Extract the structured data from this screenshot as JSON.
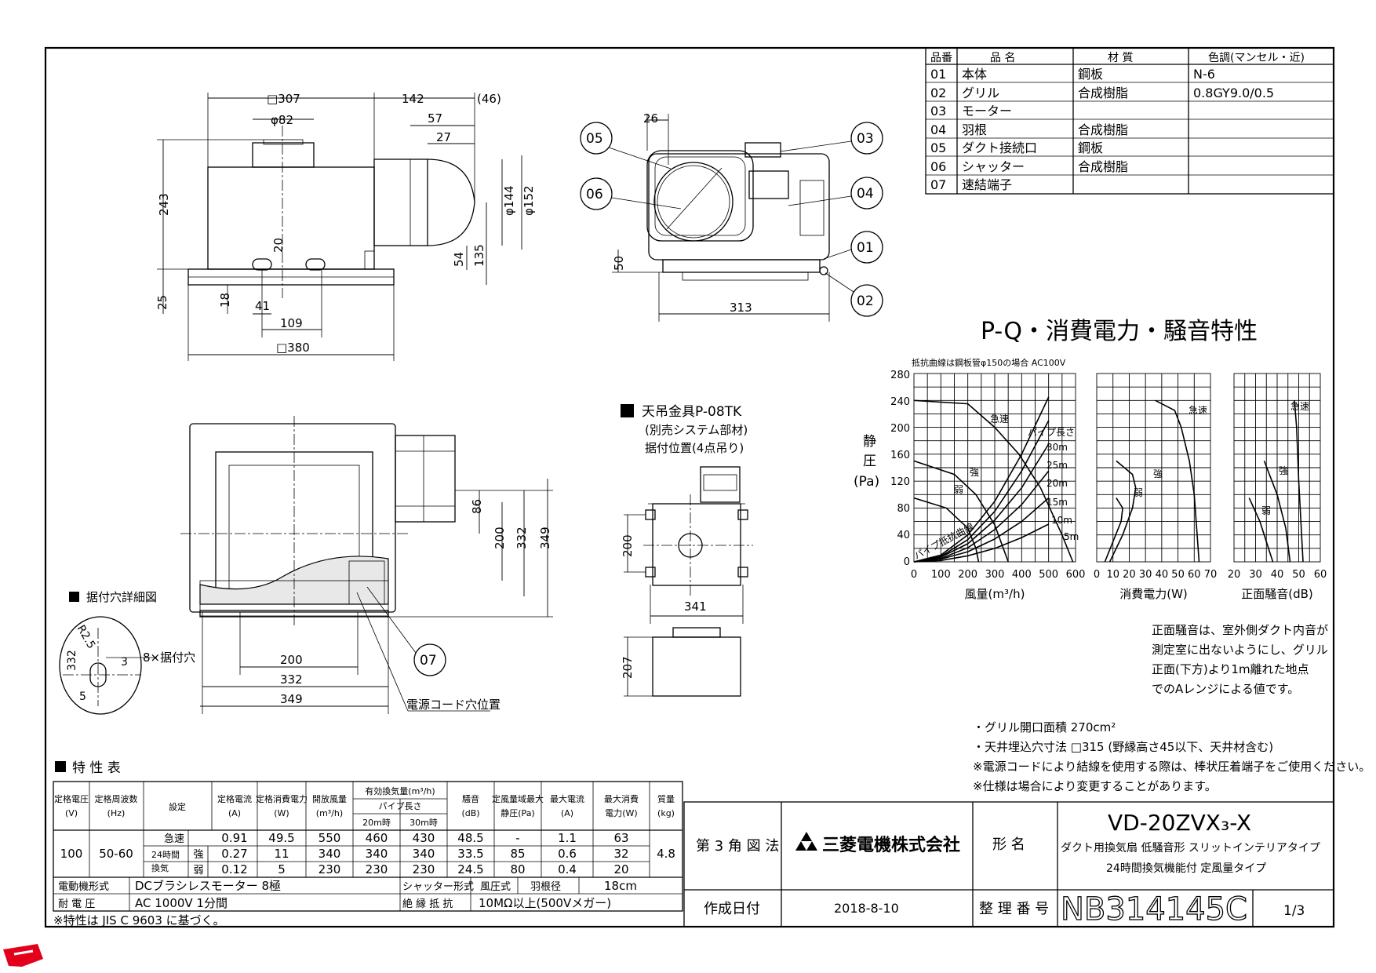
{
  "drawing": {
    "dimensions": {
      "top_width": "□307",
      "top_side": "142",
      "top_side2": "(46)",
      "duct_dia": "φ82",
      "d57": "57",
      "d27": "27",
      "d144": "φ144",
      "d152": "φ152",
      "height": "243",
      "d20": "20",
      "d54": "54",
      "d135": "135",
      "d25": "25",
      "d18": "18",
      "d41": "41",
      "d109": "109",
      "base_width": "□380",
      "side_26": "26",
      "side_50": "50",
      "side_313": "313",
      "bottom_86": "86",
      "bottom_200": "200",
      "bottom_332": "332",
      "bottom_349": "349",
      "bottom_w200": "200",
      "bottom_w332": "332",
      "bottom_w349": "349",
      "hanger_200": "200",
      "hanger_341": "341",
      "hanger_207": "207",
      "hole_332": "332",
      "hole_r": "R2.5",
      "hole_3": "3",
      "hole_5": "5"
    },
    "callouts": [
      "05",
      "06",
      "03",
      "04",
      "01",
      "02",
      "07"
    ],
    "hole_detail_title": "据付穴詳細図",
    "hole_label": "8×据付穴",
    "cord_label": "電源コード穴位置",
    "hanger": {
      "title": "天吊金具P-08TK",
      "line2": "(別売システム部材)",
      "line3": "据付位置(4点吊り)"
    }
  },
  "parts_table": {
    "headers": [
      "品番",
      "品 名",
      "材 質",
      "色調(マンセル・近)"
    ],
    "rows": [
      [
        "01",
        "本体",
        "鋼板",
        "N-6"
      ],
      [
        "02",
        "グリル",
        "合成樹脂",
        "0.8GY9.0/0.5"
      ],
      [
        "03",
        "モーター",
        "",
        ""
      ],
      [
        "04",
        "羽根",
        "合成樹脂",
        ""
      ],
      [
        "05",
        "ダクト接続口",
        "鋼板",
        ""
      ],
      [
        "06",
        "シャッター",
        "合成樹脂",
        ""
      ],
      [
        "07",
        "速結端子",
        "",
        ""
      ]
    ]
  },
  "pq": {
    "title": "P-Q・消費電力・騒音特性",
    "note": "抵抗曲線は鋼板管φ150の場合 AC100V",
    "y_label_1": "静",
    "y_label_2": "圧",
    "y_label_3": "(Pa)",
    "y_ticks": [
      "280",
      "240",
      "200",
      "160",
      "120",
      "80",
      "40",
      "0"
    ],
    "labels": {
      "kyuso": "急速",
      "kyo": "強",
      "jaku": "弱",
      "pipe_len": "パイプ長さ",
      "p30": "30m",
      "p25": "25m",
      "p20": "20m",
      "p15": "15m",
      "p10": "10m",
      "p5": "5m",
      "resist": "パイプ抵抗曲線"
    }
  },
  "chart_data": [
    {
      "type": "line",
      "title": "P-Q・消費電力・騒音特性",
      "xlabel": "風量(m³/h)",
      "ylabel": "静圧(Pa)",
      "x_ticks": [
        "0",
        "100",
        "200",
        "300",
        "400",
        "500",
        "600"
      ],
      "xlim": [
        0,
        600
      ],
      "ylim": [
        0,
        280
      ],
      "series": [
        {
          "name": "急速",
          "x": [
            0,
            200,
            300,
            390,
            470,
            550,
            590
          ],
          "y": [
            240,
            235,
            200,
            160,
            110,
            40,
            0
          ]
        },
        {
          "name": "強",
          "x": [
            0,
            150,
            230,
            300,
            350
          ],
          "y": [
            150,
            130,
            100,
            55,
            0
          ]
        },
        {
          "name": "弱",
          "x": [
            0,
            120,
            200,
            230,
            240
          ],
          "y": [
            95,
            80,
            50,
            20,
            0
          ]
        },
        {
          "name": "30m",
          "x": [
            0,
            100,
            200,
            300,
            400,
            500
          ],
          "y": [
            0,
            10,
            40,
            90,
            160,
            245
          ]
        },
        {
          "name": "25m",
          "x": [
            0,
            100,
            200,
            300,
            400,
            500
          ],
          "y": [
            0,
            8,
            33,
            75,
            135,
            210
          ]
        },
        {
          "name": "20m",
          "x": [
            0,
            100,
            200,
            300,
            400,
            500
          ],
          "y": [
            0,
            7,
            27,
            62,
            110,
            175
          ]
        },
        {
          "name": "15m",
          "x": [
            0,
            100,
            200,
            300,
            400,
            500
          ],
          "y": [
            0,
            5,
            21,
            48,
            85,
            135
          ]
        },
        {
          "name": "10m",
          "x": [
            0,
            100,
            200,
            300,
            400,
            500
          ],
          "y": [
            0,
            4,
            15,
            34,
            60,
            95
          ]
        },
        {
          "name": "5m",
          "x": [
            0,
            100,
            200,
            300,
            400,
            500
          ],
          "y": [
            0,
            2,
            9,
            20,
            36,
            56
          ]
        }
      ]
    },
    {
      "type": "line",
      "xlabel": "消費電力(W)",
      "x_ticks": [
        "0",
        "10",
        "20",
        "30",
        "40",
        "50",
        "60",
        "70"
      ],
      "xlim": [
        0,
        70
      ],
      "ylim": [
        0,
        280
      ],
      "series": [
        {
          "name": "急速",
          "x": [
            36,
            48,
            52,
            57,
            60,
            63
          ],
          "y": [
            240,
            225,
            200,
            150,
            100,
            0
          ]
        },
        {
          "name": "強",
          "x": [
            12,
            22,
            24,
            22,
            16,
            8
          ],
          "y": [
            150,
            130,
            110,
            80,
            40,
            0
          ]
        },
        {
          "name": "弱",
          "x": [
            12,
            16,
            15,
            10,
            5
          ],
          "y": [
            95,
            80,
            60,
            30,
            0
          ]
        }
      ]
    },
    {
      "type": "line",
      "xlabel": "正面騒音(dB)",
      "x_ticks": [
        "20",
        "30",
        "40",
        "50",
        "60"
      ],
      "xlim": [
        20,
        60
      ],
      "ylim": [
        0,
        280
      ],
      "series": [
        {
          "name": "急速",
          "x": [
            48,
            49,
            50,
            52
          ],
          "y": [
            240,
            200,
            120,
            0
          ]
        },
        {
          "name": "強",
          "x": [
            34,
            40,
            44,
            46
          ],
          "y": [
            150,
            100,
            50,
            0
          ]
        },
        {
          "name": "弱",
          "x": [
            27,
            32,
            36,
            38
          ],
          "y": [
            95,
            60,
            20,
            0
          ]
        }
      ]
    }
  ],
  "notes": {
    "noise_note": [
      "正面騒音は、室外側ダクト内音が",
      "測定室に出ないようにし、グリル",
      "正面(下方)より1m離れた地点",
      "でのAレンジによる値です。"
    ],
    "lines": [
      "・グリル開口面積 270cm²",
      "・天井埋込穴寸法 □315 (野縁高さ45以下、天井材含む)",
      "※電源コードにより結線を使用する際は、棒状圧着端子をご使用ください。",
      "※仕様は場合により変更することがあります。"
    ]
  },
  "spec": {
    "title": "特 性 表",
    "h_voltage": "定格電圧",
    "h_voltage_u": "(V)",
    "h_freq": "定格周波数",
    "h_freq_u": "(Hz)",
    "h_setting": "設定",
    "h_current": "定格電流",
    "h_current_u": "(A)",
    "h_power": "定格消費電力",
    "h_power_u": "(W)",
    "h_open": "開放風量",
    "h_open_u": "(m³/h)",
    "h_eff": "有効換気量(m³/h)",
    "h_pipe": "パイプ長さ",
    "h_20": "20m時",
    "h_30": "30m時",
    "h_noise": "騒音",
    "h_noise_u": "(dB)",
    "h_static": "定風量域最大",
    "h_static_u": "静圧(Pa)",
    "h_maxcur": "最大電流",
    "h_maxcur_u": "(A)",
    "h_maxpow": "最大消費",
    "h_maxpow_u": "電力(W)",
    "h_mass": "質量",
    "h_mass_u": "(kg)",
    "voltage": "100",
    "freq": "50-60",
    "mass": "4.8",
    "mode_24": "24時間",
    "mode_kanki": "換気",
    "rows": [
      {
        "mode": "急速",
        "current": "0.91",
        "power": "49.5",
        "open": "550",
        "m20": "460",
        "m30": "430",
        "noise": "48.5",
        "static": "-",
        "maxcur": "1.1",
        "maxpow": "63"
      },
      {
        "mode": "強",
        "current": "0.27",
        "power": "11",
        "open": "340",
        "m20": "340",
        "m30": "340",
        "noise": "33.5",
        "static": "85",
        "maxcur": "0.6",
        "maxpow": "32"
      },
      {
        "mode": "弱",
        "current": "0.12",
        "power": "5",
        "open": "230",
        "m20": "230",
        "m30": "230",
        "noise": "24.5",
        "static": "80",
        "maxcur": "0.4",
        "maxpow": "20"
      }
    ],
    "motor_label": "電動機形式",
    "motor": "DCブラシレスモーター 8極",
    "shutter_label": "シャッター形式",
    "shutter": "風圧式",
    "blade_label": "羽根径",
    "blade": "18cm",
    "withstand_label": "耐 電 圧",
    "withstand": "AC 1000V 1分間",
    "insul_label": "絶 縁 抵 抗",
    "insul": "10MΩ以上(500Vメガー)",
    "footnote": "※特性は JIS C 9603 に基づく。"
  },
  "title_block": {
    "projection": "第 3 角 図 法",
    "company": "三菱電機株式会社",
    "model_label": "形 名",
    "model": "VD-20ZVX₃-X",
    "desc1": "ダクト用換気扇 低騒音形 スリットインテリアタイプ",
    "desc2": "24時間換気機能付 定風量タイプ",
    "date_label": "作成日付",
    "date": "2018-8-10",
    "number_label": "整 理 番 号",
    "number": "NB314145C",
    "page": "1/3"
  },
  "colors": {
    "logo_red": "#e3001b",
    "line": "#000000"
  }
}
